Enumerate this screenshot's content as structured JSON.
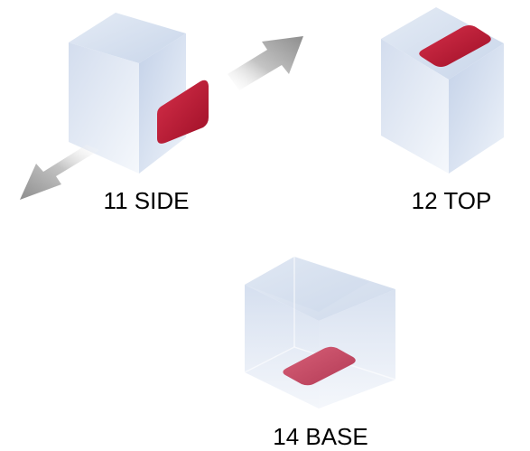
{
  "colors": {
    "cube_face_light": "#eef2f8",
    "cube_face_mid": "#d6dfee",
    "cube_face_dark": "#b9c7de",
    "pad_red": "#b3122e",
    "pad_red_highlight": "#d6304a",
    "arrow_gray": "#9a9a9a",
    "label_text": "#000000"
  },
  "cubes": [
    {
      "id": "side",
      "label": "11 SIDE",
      "pad_face": "right",
      "has_arrows": true,
      "transparent": false
    },
    {
      "id": "top",
      "label": "12 TOP",
      "pad_face": "top",
      "has_arrows": false,
      "transparent": false
    },
    {
      "id": "base",
      "label": "14 BASE",
      "pad_face": "bottom",
      "has_arrows": false,
      "transparent": true
    }
  ],
  "icons": {
    "arrow_out": "arrow-out-icon",
    "arrow_in": "arrow-in-icon"
  }
}
